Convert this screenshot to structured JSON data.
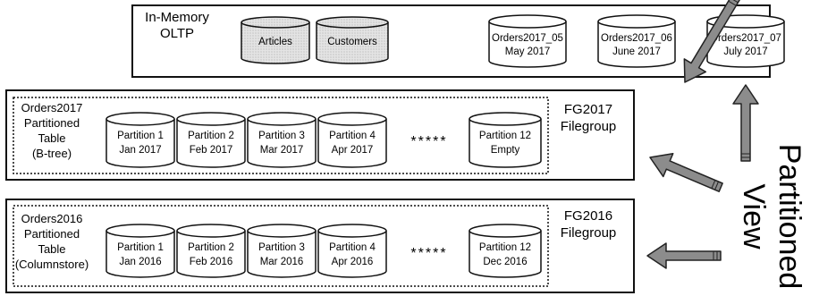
{
  "oltp": {
    "label_line1": "In-Memory",
    "label_line2": "OLTP",
    "tables": [
      "Articles",
      "Customers"
    ],
    "orders": [
      {
        "line1": "Orders2017_05",
        "line2": "May 2017"
      },
      {
        "line1": "Orders2017_06",
        "line2": "June 2017"
      },
      {
        "line1": "Orders2017_07",
        "line2": "July 2017"
      }
    ]
  },
  "fg2017": {
    "table_lines": [
      "Orders2017",
      "Partitioned",
      "Table",
      "(B-tree)"
    ],
    "filegroup_lines": [
      "FG2017",
      "Filegroup"
    ],
    "partitions": [
      {
        "line1": "Partition 1",
        "line2": "Jan 2017"
      },
      {
        "line1": "Partition 2",
        "line2": "Feb 2017"
      },
      {
        "line1": "Partition 3",
        "line2": "Mar 2017"
      },
      {
        "line1": "Partition 4",
        "line2": "Apr 2017"
      }
    ],
    "ellipsis": "*****",
    "last_partition": {
      "line1": "Partition 12",
      "line2": "Empty"
    }
  },
  "fg2016": {
    "table_lines": [
      "Orders2016",
      "Partitioned",
      "Table",
      "(Columnstore)"
    ],
    "filegroup_lines": [
      "FG2016",
      "Filegroup"
    ],
    "partitions": [
      {
        "line1": "Partition 1",
        "line2": "Jan 2016"
      },
      {
        "line1": "Partition 2",
        "line2": "Feb 2016"
      },
      {
        "line1": "Partition 3",
        "line2": "Mar 2016"
      },
      {
        "line1": "Partition 4",
        "line2": "Apr 2016"
      }
    ],
    "ellipsis": "*****",
    "last_partition": {
      "line1": "Partition 12",
      "line2": "Dec 2016"
    }
  },
  "partitioned_view": {
    "line1": "Partitioned",
    "line2": "View"
  },
  "colors": {
    "arrow_fill": "#8c8c8c",
    "shaded_cylinder": "#d9d9d9",
    "stroke": "#111111"
  }
}
